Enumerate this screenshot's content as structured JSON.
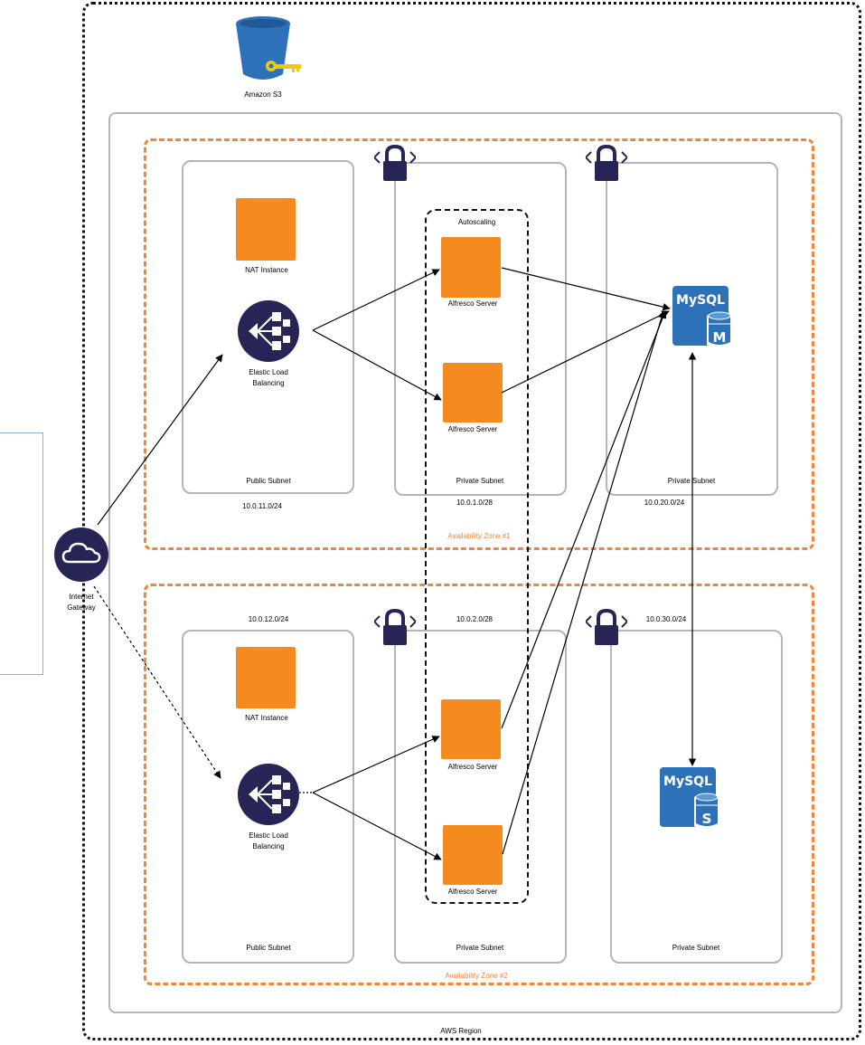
{
  "s3": {
    "label": "Amazon S3"
  },
  "region": {
    "label": "AWS Region"
  },
  "internet_gateway": {
    "label_line1": "Internet",
    "label_line2": "Gateway"
  },
  "autoscaling": {
    "label": "Autoscaling"
  },
  "az1": {
    "label": "Availability Zone #1",
    "public_subnet": {
      "label": "Public Subnet",
      "cidr": "10.0.11.0/24"
    },
    "private_subnet_app": {
      "label": "Private Subnet",
      "cidr": "10.0.1.0/28"
    },
    "private_subnet_db": {
      "label": "Private Subnet",
      "cidr": "10.0.20.0/24"
    },
    "nat": {
      "label": "NAT Instance"
    },
    "elb": {
      "label_line1": "Elastic Load",
      "label_line2": "Balancing"
    },
    "server_a": {
      "label": "Alfresco Server"
    },
    "server_b": {
      "label": "Alfresco Server"
    },
    "mysql": {
      "text": "MySQL",
      "badge": "M"
    }
  },
  "az2": {
    "label": "Availability Zone #2",
    "public_subnet": {
      "label": "Public Subnet",
      "cidr": "10.0.12.0/24"
    },
    "private_subnet_app": {
      "label": "Private Subnet",
      "cidr": "10.0.2.0/28"
    },
    "private_subnet_db": {
      "label": "Private Subnet",
      "cidr": "10.0.30.0/24"
    },
    "nat": {
      "label": "NAT Instance"
    },
    "elb": {
      "label_line1": "Elastic Load",
      "label_line2": "Balancing"
    },
    "server_a": {
      "label": "Alfresco Server"
    },
    "server_b": {
      "label": "Alfresco Server"
    },
    "mysql": {
      "text": "MySQL",
      "badge": "S"
    }
  },
  "colors": {
    "az_border": "#f58536",
    "ec2": "#f58a1f",
    "icon_dark": "#272556",
    "mysql_blue": "#2d72b8"
  }
}
